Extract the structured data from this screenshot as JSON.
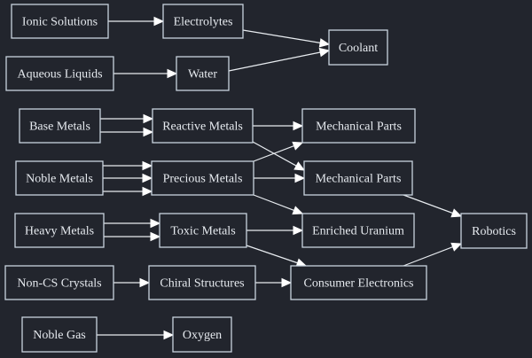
{
  "diagram": {
    "type": "flowchart",
    "direction": "left-to-right",
    "colors": {
      "background": "#22252d",
      "node_border": "#c9d3de",
      "text": "#e6eaef",
      "edge": "#e8ecf0"
    },
    "nodes": [
      {
        "id": "ionic",
        "label": "Ionic Solutions"
      },
      {
        "id": "electrolytes",
        "label": "Electrolytes"
      },
      {
        "id": "coolant",
        "label": "Coolant"
      },
      {
        "id": "aqueous",
        "label": "Aqueous Liquids"
      },
      {
        "id": "water",
        "label": "Water"
      },
      {
        "id": "base",
        "label": "Base Metals"
      },
      {
        "id": "reactive",
        "label": "Reactive Metals"
      },
      {
        "id": "mech1",
        "label": "Mechanical Parts"
      },
      {
        "id": "noble_metals",
        "label": "Noble Metals"
      },
      {
        "id": "precious",
        "label": "Precious Metals"
      },
      {
        "id": "mech2",
        "label": "Mechanical Parts"
      },
      {
        "id": "robotics",
        "label": "Robotics"
      },
      {
        "id": "heavy",
        "label": "Heavy Metals"
      },
      {
        "id": "toxic",
        "label": "Toxic Metals"
      },
      {
        "id": "uranium",
        "label": "Enriched Uranium"
      },
      {
        "id": "noncs",
        "label": "Non-CS Crystals"
      },
      {
        "id": "chiral",
        "label": "Chiral Structures"
      },
      {
        "id": "consumer",
        "label": "Consumer Electronics"
      },
      {
        "id": "noble_gas",
        "label": "Noble Gas"
      },
      {
        "id": "oxygen",
        "label": "Oxygen"
      }
    ],
    "edges": [
      {
        "from": "ionic",
        "to": "electrolytes"
      },
      {
        "from": "electrolytes",
        "to": "coolant"
      },
      {
        "from": "aqueous",
        "to": "water"
      },
      {
        "from": "water",
        "to": "coolant"
      },
      {
        "from": "base",
        "to": "reactive"
      },
      {
        "from": "base",
        "to": "reactive"
      },
      {
        "from": "noble_metals",
        "to": "precious"
      },
      {
        "from": "noble_metals",
        "to": "precious"
      },
      {
        "from": "noble_metals",
        "to": "precious"
      },
      {
        "from": "reactive",
        "to": "mech1"
      },
      {
        "from": "reactive",
        "to": "mech2"
      },
      {
        "from": "precious",
        "to": "mech1"
      },
      {
        "from": "precious",
        "to": "mech2"
      },
      {
        "from": "precious",
        "to": "uranium"
      },
      {
        "from": "mech2",
        "to": "robotics"
      },
      {
        "from": "heavy",
        "to": "toxic"
      },
      {
        "from": "heavy",
        "to": "toxic"
      },
      {
        "from": "toxic",
        "to": "uranium"
      },
      {
        "from": "toxic",
        "to": "consumer"
      },
      {
        "from": "noncs",
        "to": "chiral"
      },
      {
        "from": "chiral",
        "to": "consumer"
      },
      {
        "from": "consumer",
        "to": "robotics"
      },
      {
        "from": "noble_gas",
        "to": "oxygen"
      }
    ]
  }
}
